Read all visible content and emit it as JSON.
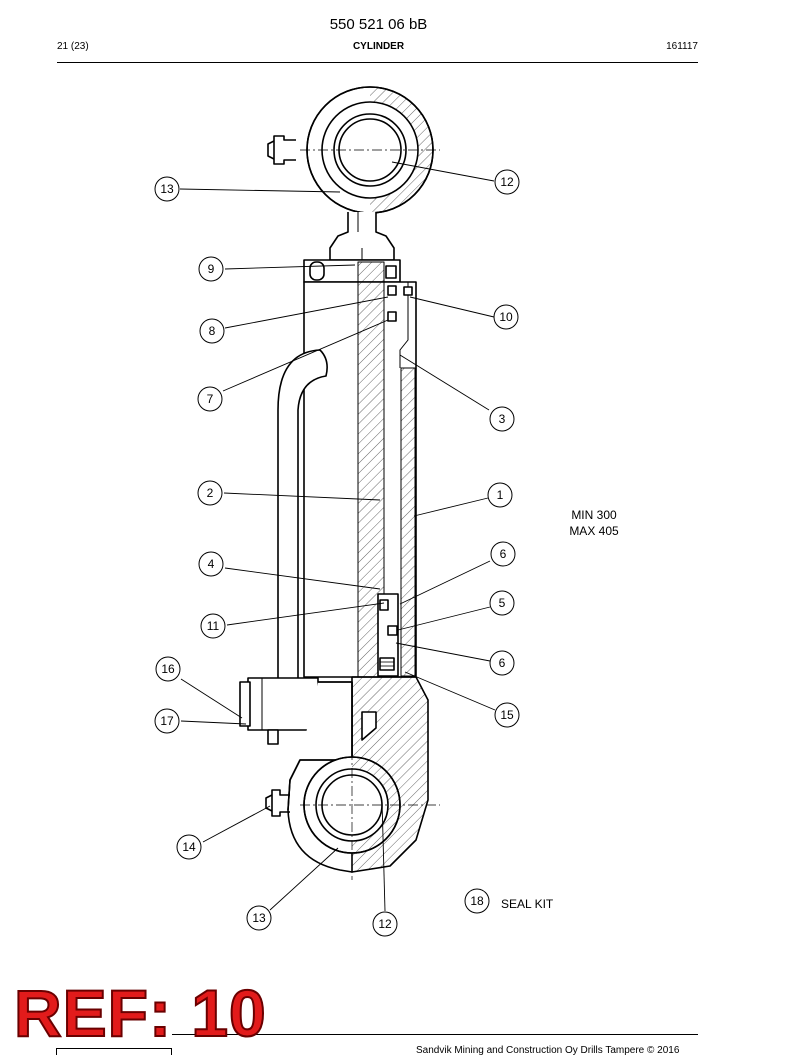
{
  "header": {
    "doc_number": "550 521 06 bB",
    "page_count": "21 (23)",
    "title": "CYLINDER",
    "date": "161117"
  },
  "drawing": {
    "stroke_min": "MIN 300",
    "stroke_max": "MAX 405",
    "seal_kit_label": "SEAL KIT",
    "callouts": [
      "13",
      "12",
      "9",
      "8",
      "10",
      "7",
      "3",
      "2",
      "1",
      "6",
      "4",
      "5",
      "11",
      "6",
      "16",
      "15",
      "17",
      "14",
      "13",
      "12",
      "18"
    ]
  },
  "badge": {
    "text": "REF: 10",
    "color": "#e21b1b"
  },
  "footer": {
    "text": "Sandvik Mining and Construction Oy Drills Tampere © 2016"
  }
}
